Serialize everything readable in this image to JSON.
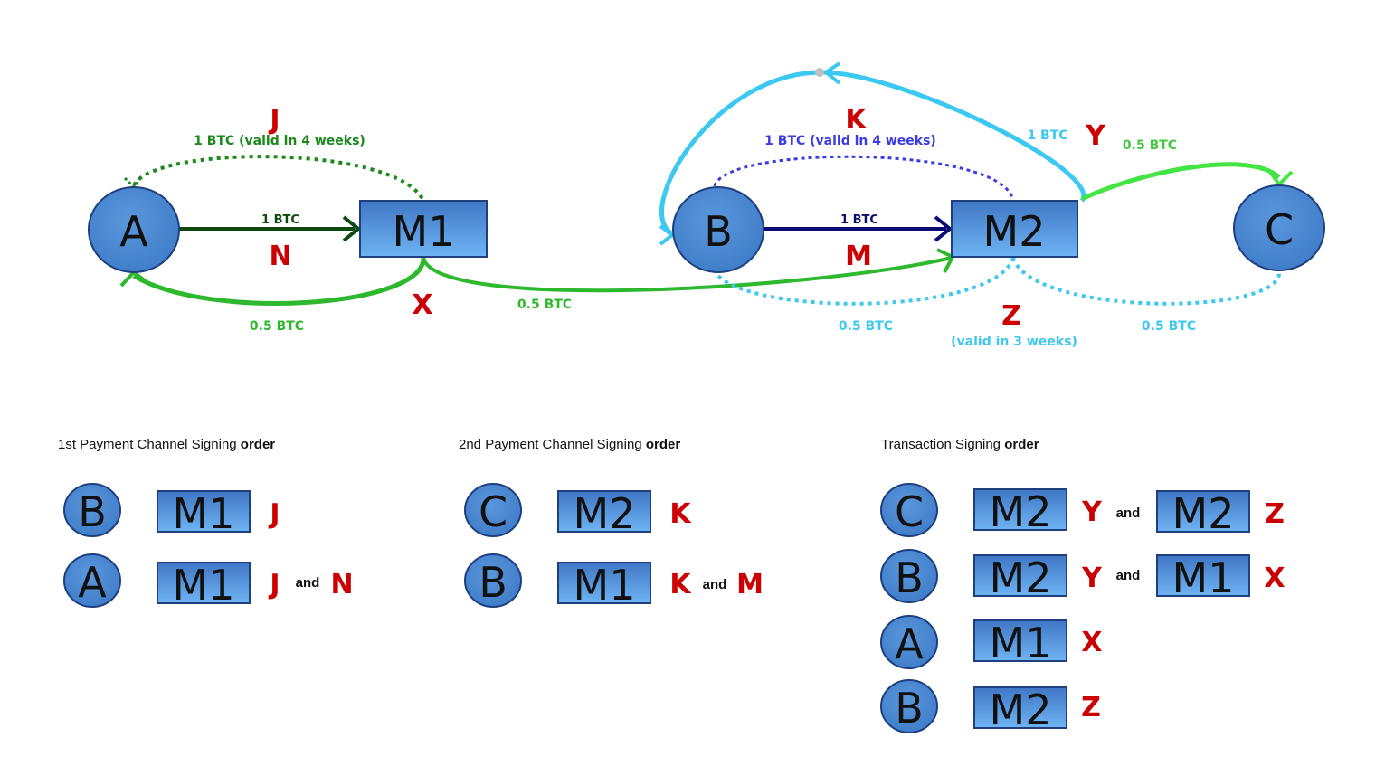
{
  "colors": {
    "node_fill": "#4a86cf",
    "node_stroke": "#1e3f80",
    "green": "#2db82d",
    "dark_green": "#0e4a10",
    "bright_green": "#44e444",
    "dotted_green": "#1a8a1a",
    "cyan": "#3cc8f0",
    "navy": "#0a0a70",
    "blue_dotted": "#3b3be0",
    "red_letter": "#cc0000"
  },
  "nodes": {
    "A": "A",
    "M1": "M1",
    "B": "B",
    "M2": "M2",
    "C": "C"
  },
  "edges": {
    "a_m1_label": "1 BTC",
    "a_m1_letter": "N",
    "m1_a_label": "0.5 BTC",
    "m1_x_letter": "X",
    "m1_a_top_label": "1 BTC (valid in 4 weeks)",
    "m1_a_top_letter": "J",
    "m1_m2_label": "0.5 BTC",
    "b_m2_label": "1 BTC",
    "b_m2_letter": "M",
    "m2_b_top_label": "1 BTC (valid in 4 weeks)",
    "m2_b_top_letter": "K",
    "m2_b_loop_label": "1 BTC",
    "m2_y_letter": "Y",
    "m2_c_label": "0.5 BTC",
    "m2_b_bottom_label": "0.5 BTC",
    "z_letter": "Z",
    "z_validity": "(valid in 3 weeks)",
    "m2_c_bottom_label": "0.5 BTC"
  },
  "sections": {
    "first": {
      "title_plain": "1st Payment Channel Signing ",
      "title_bold": "order",
      "rows": [
        {
          "node": "B",
          "box": "M1",
          "sig1": "J",
          "and": "",
          "sig2": ""
        },
        {
          "node": "A",
          "box": "M1",
          "sig1": "J",
          "and": "and",
          "sig2": "N"
        }
      ]
    },
    "second": {
      "title_plain": "2nd Payment Channel Signing ",
      "title_bold": "order",
      "rows": [
        {
          "node": "C",
          "box": "M2",
          "sig1": "K",
          "and": "",
          "sig2": ""
        },
        {
          "node": "B",
          "box": "M1",
          "sig1": "K",
          "and": "and",
          "sig2": "M"
        }
      ]
    },
    "third": {
      "title_plain": "Transaction Signing ",
      "title_bold": "order",
      "rows": [
        {
          "node": "C",
          "box": "M2",
          "sig1": "Y",
          "and": "and",
          "box2": "M2",
          "sig2": "Z"
        },
        {
          "node": "B",
          "box": "M2",
          "sig1": "Y",
          "and": "and",
          "box2": "M1",
          "sig2": "X"
        },
        {
          "node": "A",
          "box": "M1",
          "sig1": "X",
          "and": "",
          "box2": "",
          "sig2": ""
        },
        {
          "node": "B",
          "box": "M2",
          "sig1": "Z",
          "and": "",
          "box2": "",
          "sig2": ""
        }
      ]
    }
  }
}
